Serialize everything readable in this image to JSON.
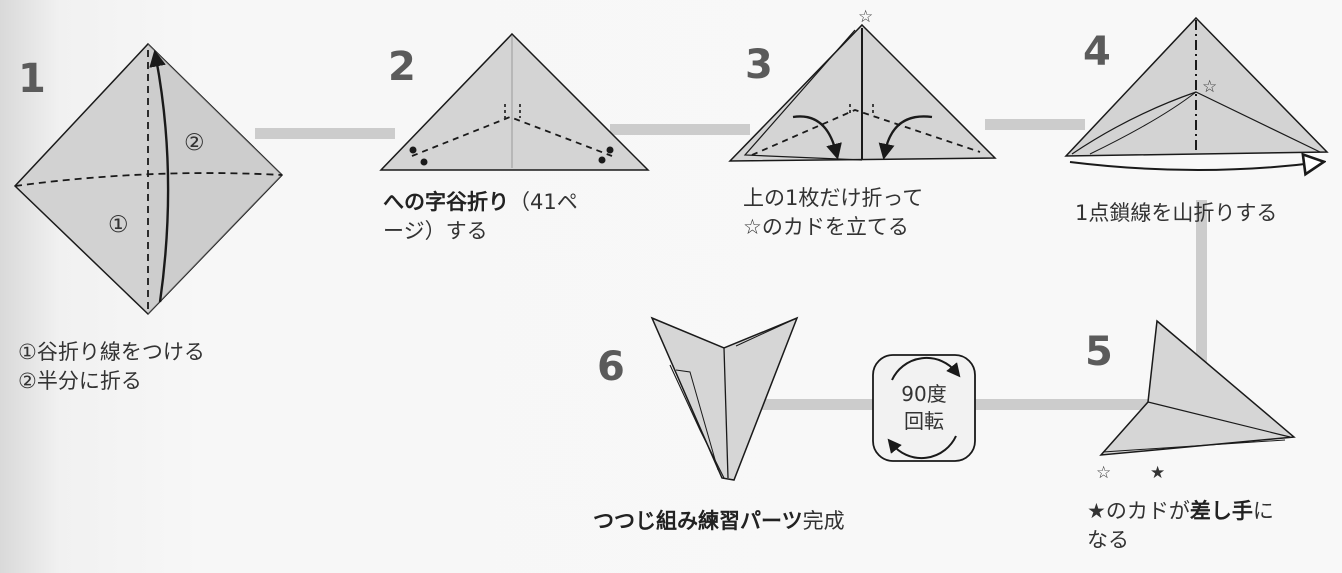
{
  "steps": [
    {
      "number": "1",
      "caption_lines": [
        "①谷折り線をつける",
        "②半分に折る"
      ]
    },
    {
      "number": "2",
      "caption_bold": "への字谷折り",
      "caption_rest": "（41ペ",
      "caption_line2": "ージ）する"
    },
    {
      "number": "3",
      "caption_lines": [
        "上の1枚だけ折って",
        "☆のカドを立てる"
      ]
    },
    {
      "number": "4",
      "caption_lines": [
        "1点鎖線を山折りする"
      ]
    },
    {
      "number": "5",
      "caption_prefix": "★のカドが",
      "caption_bold": "差し手",
      "caption_suffix": "に",
      "caption_line2": "なる"
    },
    {
      "number": "6",
      "caption_bold": "つつじ組み練習パーツ",
      "caption_rest": "完成"
    }
  ],
  "markers": {
    "circle_1": "①",
    "circle_2": "②",
    "star_open": "☆",
    "star_filled": "★"
  },
  "rotation": {
    "line1": "90度",
    "line2": "回転"
  },
  "colors": {
    "paper": "#cfcfcf",
    "paper_light": "#dedede",
    "connector": "#cccccc",
    "line": "#1a1a1a"
  }
}
